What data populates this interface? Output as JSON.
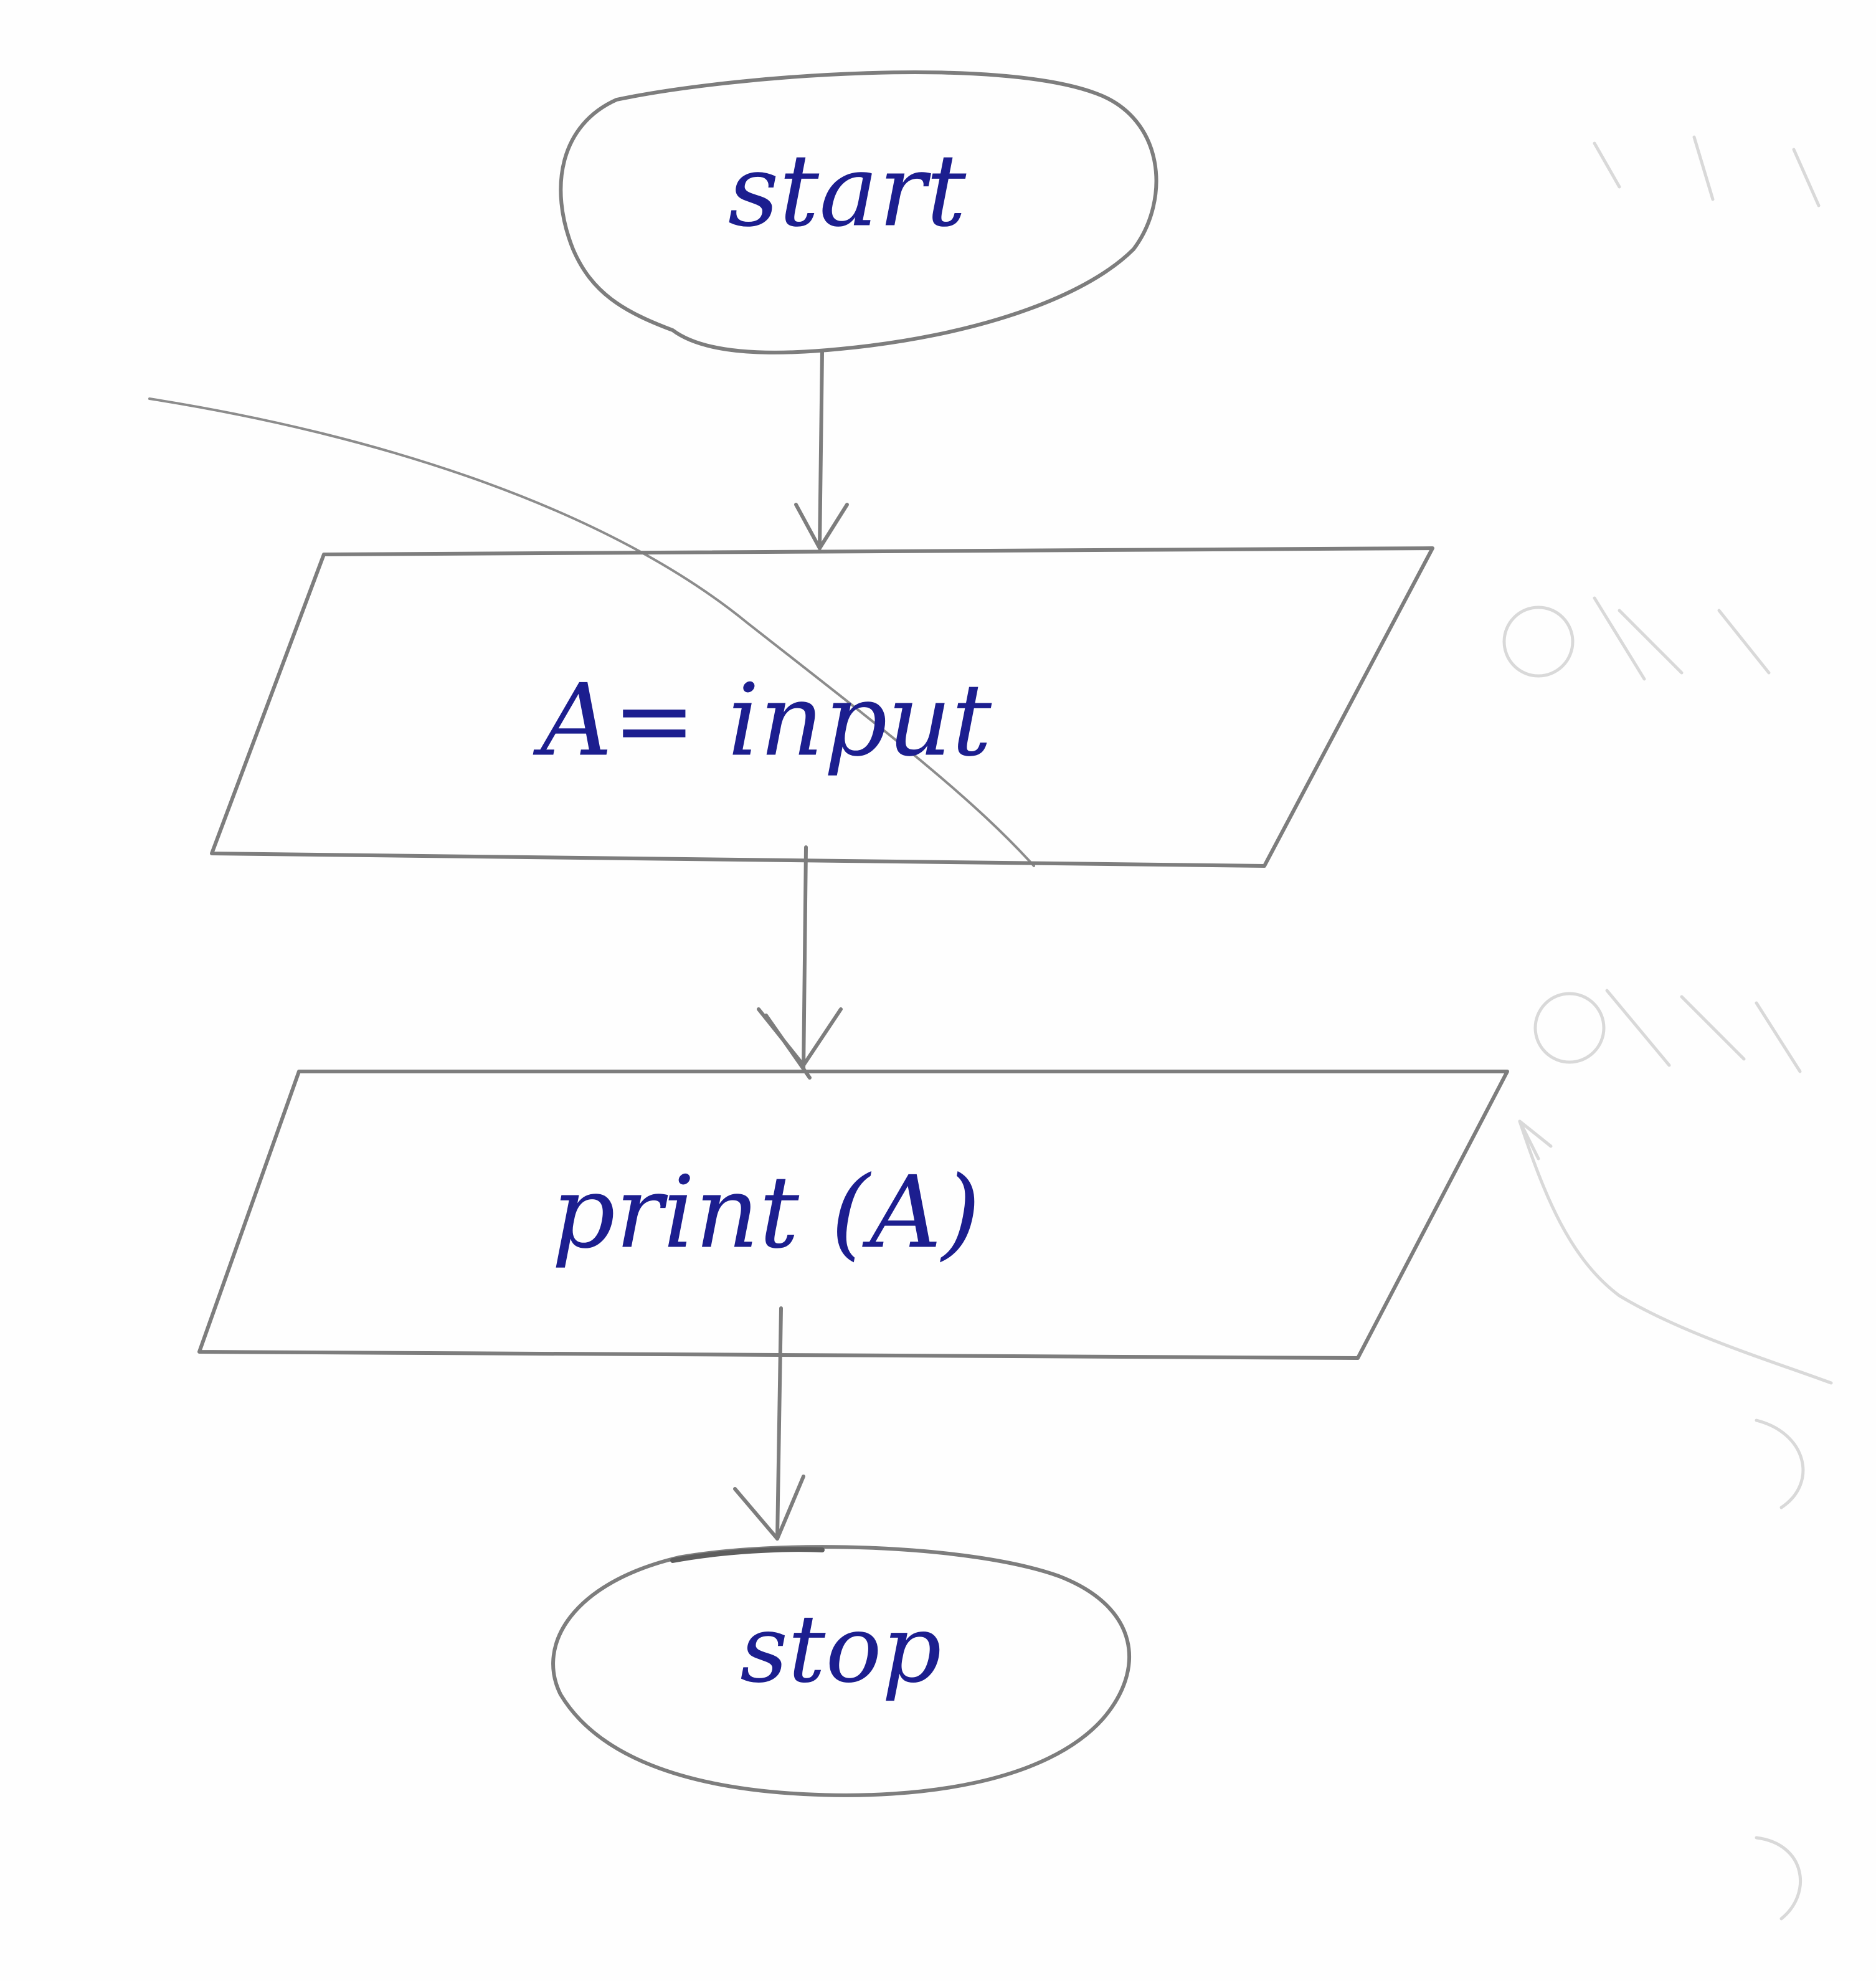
{
  "flowchart": {
    "nodes": [
      {
        "id": "start",
        "shape": "terminal",
        "label": "start"
      },
      {
        "id": "input",
        "shape": "input-output",
        "label": "A= input"
      },
      {
        "id": "output",
        "shape": "input-output",
        "label": "print (A)"
      },
      {
        "id": "stop",
        "shape": "terminal",
        "label": "stop"
      }
    ],
    "edges": [
      {
        "from": "start",
        "to": "input"
      },
      {
        "from": "input",
        "to": "output"
      },
      {
        "from": "output",
        "to": "stop"
      }
    ]
  },
  "colors": {
    "ink": "#1c1e8f",
    "pencil": "#7d7d7d",
    "paper": "#fefefe"
  }
}
